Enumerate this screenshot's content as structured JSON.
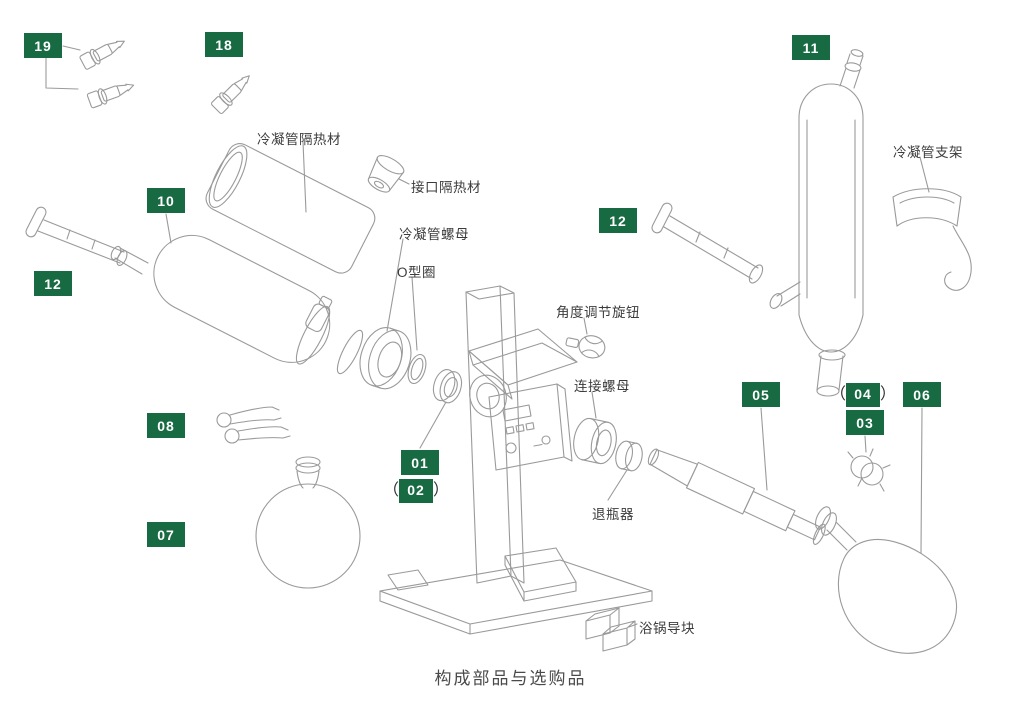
{
  "title": "构成部品与选购品",
  "colors": {
    "badge_bg": "#186a43",
    "badge_text": "#ffffff",
    "art_line": "#9a9a9a",
    "label_text": "#3c3c3c"
  },
  "punct": {
    "open": "（",
    "close": "）"
  },
  "badges": {
    "b19": {
      "label": "19"
    },
    "b18": {
      "label": "18"
    },
    "b11": {
      "label": "11"
    },
    "b10": {
      "label": "10"
    },
    "b12_left": {
      "label": "12"
    },
    "b12_right": {
      "label": "12"
    },
    "b08": {
      "label": "08"
    },
    "b07": {
      "label": "07"
    },
    "b01": {
      "label": "01"
    },
    "b02": {
      "label": "02"
    },
    "b05": {
      "label": "05"
    },
    "b04": {
      "label": "04"
    },
    "b03": {
      "label": "03"
    },
    "b06": {
      "label": "06"
    }
  },
  "labels": {
    "condenser_insulation": "冷凝管隔热材",
    "joint_insulation": "接口隔热材",
    "condenser_nut": "冷凝管螺母",
    "o_ring": "O型圈",
    "angle_knob": "角度调节旋钮",
    "connection_nut": "连接螺母",
    "flask_remover": "退瓶器",
    "bath_guide_block": "浴锅导块",
    "condenser_support": "冷凝管支架"
  }
}
